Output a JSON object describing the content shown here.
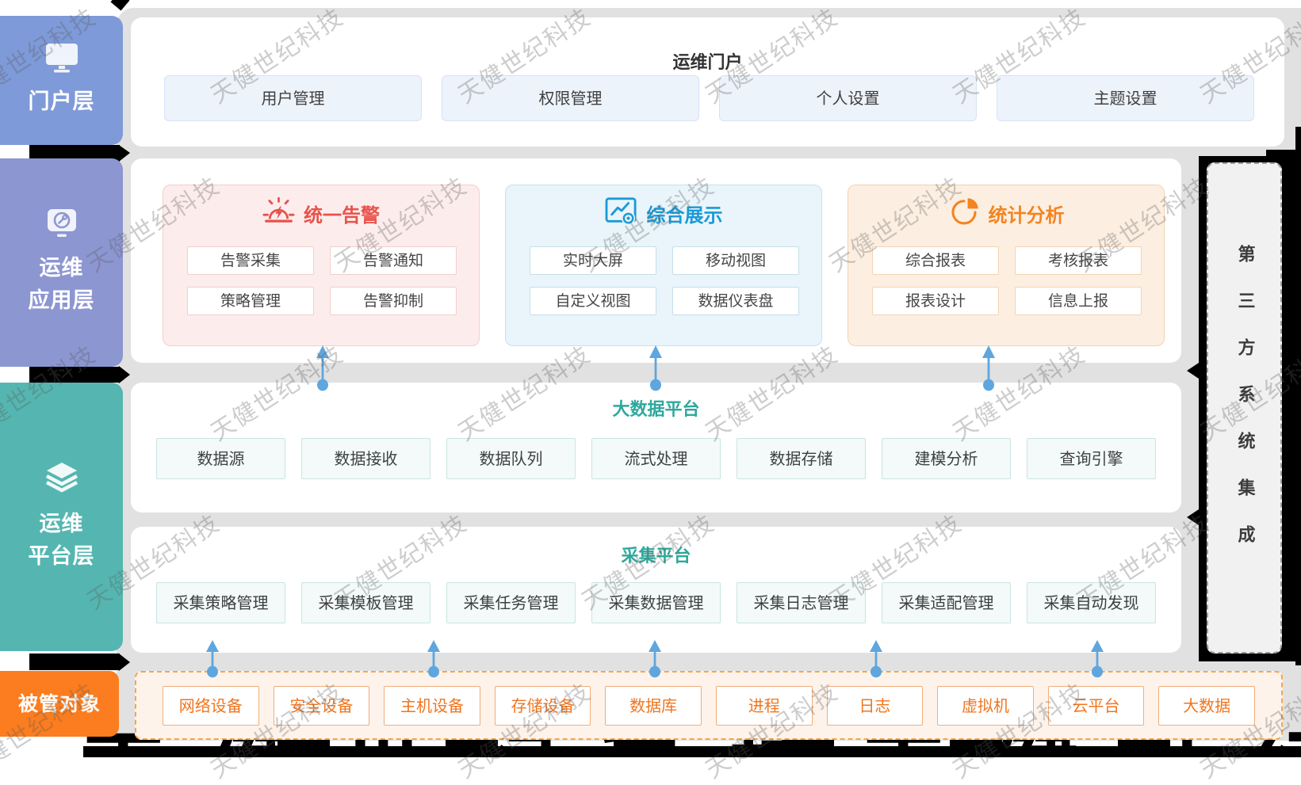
{
  "watermark": {
    "text": "天健世纪科技"
  },
  "colors": {
    "canvas_bg": "#E1E1E1",
    "arrow": "#5FA6DE",
    "platform_title": "#2EA89C",
    "managed_accent": "#F0751F",
    "portal_item_bg": "#EDF3FB",
    "artifact_black": "#000000"
  },
  "sidebar": {
    "items": [
      {
        "line1": "门户层",
        "line2": "",
        "color": "#7E9AD8",
        "icon": "monitor-icon"
      },
      {
        "line1": "运维",
        "line2": "应用层",
        "color": "#8C96D1",
        "icon": "app-gauge-icon"
      },
      {
        "line1": "运维",
        "line2": "平台层",
        "color": "#55B6B1",
        "icon": "layers-icon"
      },
      {
        "line1": "被管对象",
        "line2": "",
        "color": "#FB7D1F",
        "icon": ""
      }
    ]
  },
  "portal": {
    "title": "运维门户",
    "buttons": [
      "用户管理",
      "权限管理",
      "个人设置",
      "主题设置"
    ]
  },
  "apps": {
    "cards": [
      {
        "title": "统一告警",
        "accent": "#E8524B",
        "icon": "alarm-icon",
        "items": [
          "告警采集",
          "告警通知",
          "策略管理",
          "告警抑制"
        ]
      },
      {
        "title": "综合展示",
        "accent": "#1B9AD6",
        "icon": "display-chart-icon",
        "items": [
          "实时大屏",
          "移动视图",
          "自定义视图",
          "数据仪表盘"
        ]
      },
      {
        "title": "统计分析",
        "accent": "#F5831F",
        "icon": "pie-chart-icon",
        "items": [
          "综合报表",
          "考核报表",
          "报表设计",
          "信息上报"
        ]
      }
    ]
  },
  "bigdata": {
    "title": "大数据平台",
    "items": [
      "数据源",
      "数据接收",
      "数据队列",
      "流式处理",
      "数据存储",
      "建模分析",
      "查询引擎"
    ]
  },
  "collect": {
    "title": "采集平台",
    "items": [
      "采集策略管理",
      "采集模板管理",
      "采集任务管理",
      "采集数据管理",
      "采集日志管理",
      "采集适配管理",
      "采集自动发现"
    ]
  },
  "managed": {
    "items": [
      "网络设备",
      "安全设备",
      "主机设备",
      "存储设备",
      "数据库",
      "进程",
      "日志",
      "虚拟机",
      "云平台",
      "大数据"
    ]
  },
  "thirdparty": {
    "label": "第三方系统集成"
  }
}
